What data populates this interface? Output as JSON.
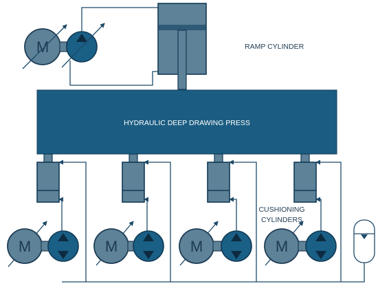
{
  "labels": {
    "ramp_cylinder": "RAMP CYLINDER",
    "press": "HYDRAULIC DEEP DRAWING PRESS",
    "cushioning_line1": "CUSHIONING",
    "cushioning_line2": "CYLINDERS",
    "motor_symbol": "M"
  },
  "colors": {
    "press_fill": "#1b5d82",
    "component_fill": "#5e8298",
    "pump_fill": "#1a5f86",
    "line": "#1e4a6a",
    "text_light": "#ffffff",
    "text_dark": "#1d3a52"
  }
}
